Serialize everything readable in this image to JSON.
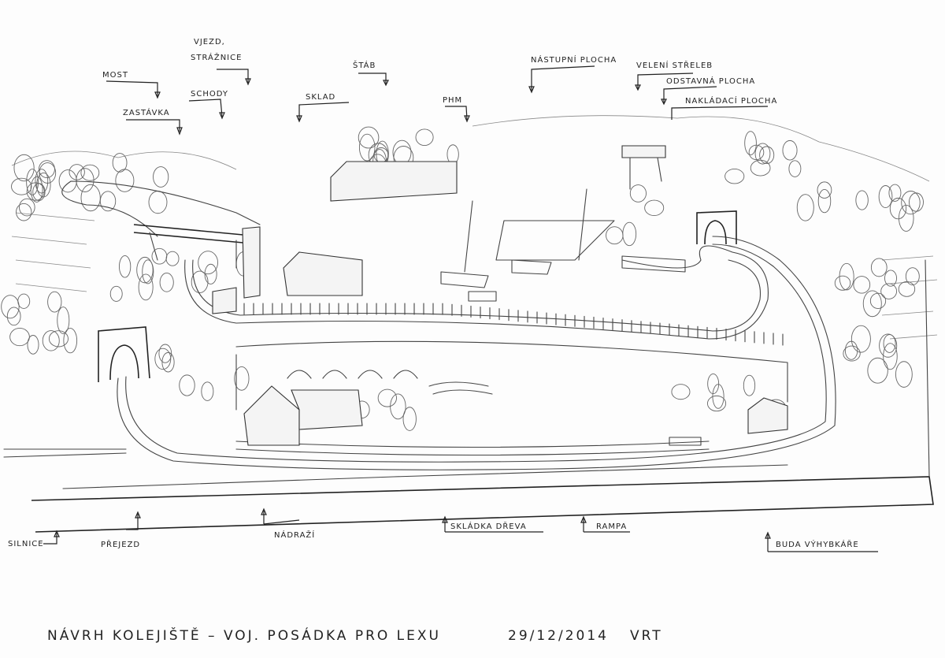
{
  "top_labels": {
    "vjezd": [
      "VJEZD,",
      "STRÁŽNICE"
    ],
    "most": "MOST",
    "schody": "SCHODY",
    "zastavka": "ZASTÁVKA",
    "sklad": "SKLAD",
    "stab": "ŠTÁB",
    "phm": "PHM",
    "nastupni_plocha": "NÁSTUPNÍ PLOCHA",
    "veleni_streleb": "VELENÍ STŘELEB",
    "odstavna_plocha": "ODSTAVNÁ PLOCHA",
    "nakladaci_plocha": "NAKLÁDACÍ PLOCHA"
  },
  "bottom_labels": {
    "silnice": "SILNICE",
    "prejezd": "PŘEJEZD",
    "nadrazi": "NÁDRAŽÍ",
    "skladka_dreva": "SKLÁDKA DŘEVA",
    "rampa": "RAMPA",
    "buda_vyhybkare": "BUDA VÝHYBKÁŘE"
  },
  "footer": {
    "title": "NÁVRH KOLEJIŠTĚ – VOJ. POSÁDKA PRO LEXU",
    "date": "29/12/2014",
    "author": "VRT"
  }
}
